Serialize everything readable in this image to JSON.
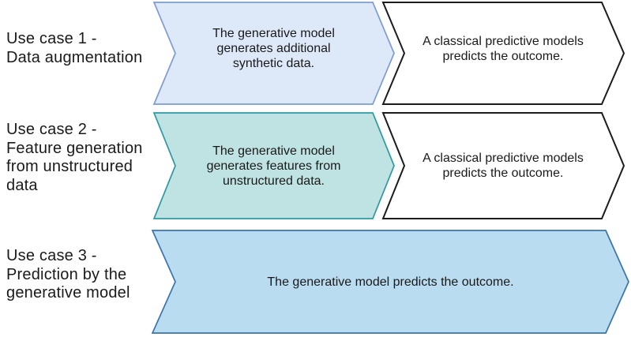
{
  "colors": {
    "row1_fill": "#dde8f8",
    "row1_stroke": "#7e9cd0",
    "row2_fill": "#bfe3e2",
    "row2_stroke": "#2f99a1",
    "row3_fill": "#b9dcf0",
    "row3_stroke": "#3b73ab",
    "white_fill": "#ffffff",
    "white_stroke": "#1c1c1c",
    "text": "#1a1a1a"
  },
  "rows": [
    {
      "label": "Use case 1 -\nData augmentation",
      "generative_step": "The generative model\ngenerates additional\nsynthetic data.",
      "predictive_step": "A classical predictive models\npredicts the outcome."
    },
    {
      "label": "Use case 2 -\nFeature generation\nfrom unstructured\ndata",
      "generative_step": "The generative model\ngenerates features from\nunstructured data.",
      "predictive_step": "A classical predictive models\npredicts the outcome."
    },
    {
      "label": "Use case 3 -\nPrediction by the\ngenerative model",
      "generative_step": "The generative model predicts the outcome."
    }
  ]
}
